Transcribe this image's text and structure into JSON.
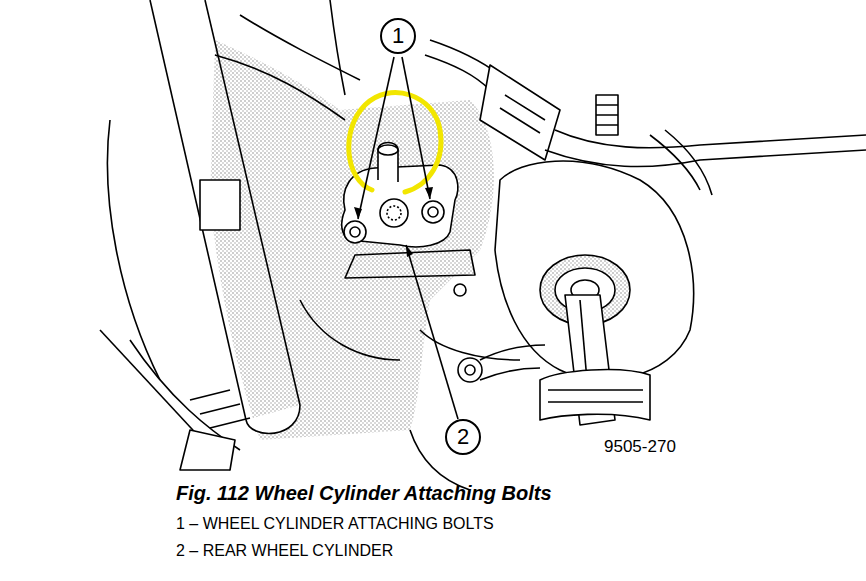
{
  "diagram": {
    "caption": "Fig. 112 Wheel Cylinder Attaching Bolts",
    "nodes": [
      {
        "text": [
          "1"
        ]
      },
      {
        "text": [
          "2"
        ]
      }
    ],
    "labels": [
      "9505-270",
      "1 – WHEEL CYLINDER ATTACHING BOLTS",
      "2 – REAR WHEEL CYLINDER"
    ]
  }
}
